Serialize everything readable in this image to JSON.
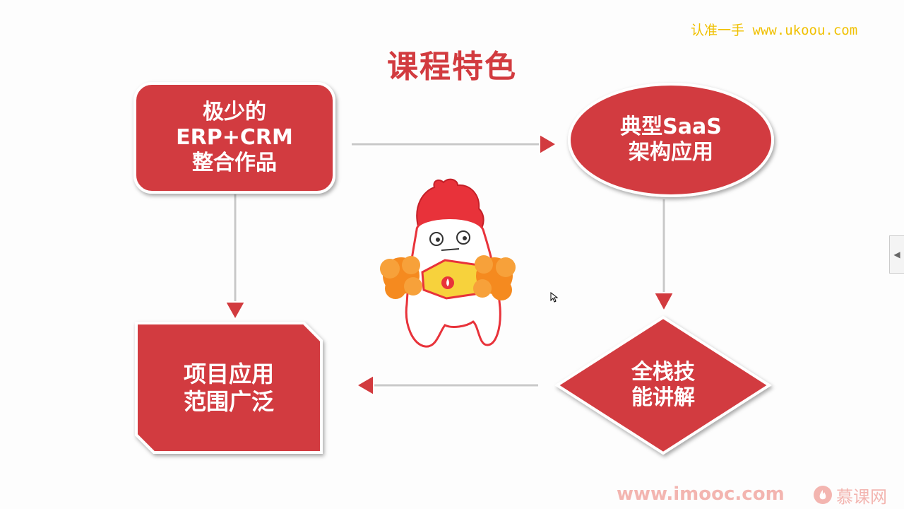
{
  "watermark": "认准一手 www.ukoou.com",
  "title": "课程特色",
  "nodes": {
    "top_left": {
      "lines": [
        "极少的",
        "ERP+CRM",
        "整合作品"
      ]
    },
    "top_right": {
      "lines": [
        "典型SaaS",
        "架构应用"
      ]
    },
    "bottom_right": {
      "lines": [
        "全栈技",
        "能讲解"
      ]
    },
    "bottom_left": {
      "lines": [
        "项目应用",
        "范围广泛"
      ]
    }
  },
  "footer": {
    "url": "www.imooc.com",
    "brand": "慕课网"
  },
  "colors": {
    "accent": "#d23b3f",
    "watermark": "#f0c000",
    "footer": "#f3b5b0"
  }
}
